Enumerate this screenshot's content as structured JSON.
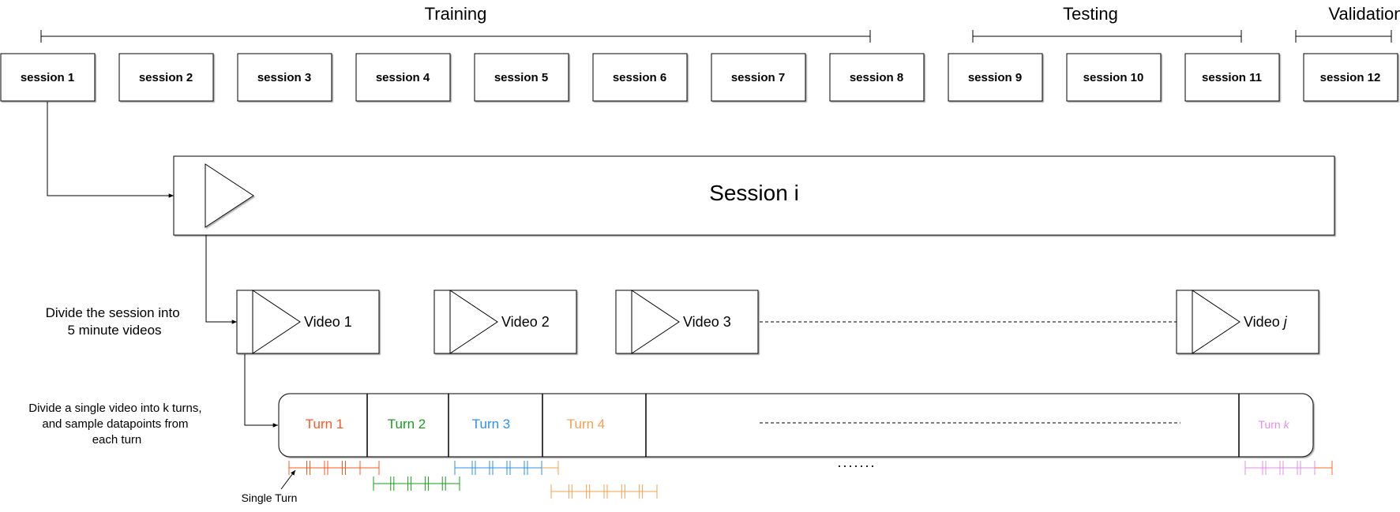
{
  "split_labels": {
    "training": "Training",
    "testing": "Testing",
    "validation": "Validation"
  },
  "sessions": [
    "session 1",
    "session 2",
    "session 3",
    "session 4",
    "session 5",
    "session 6",
    "session 7",
    "session 8",
    "session 9",
    "session 10",
    "session 11",
    "session 12"
  ],
  "session_i": {
    "label": "Session i"
  },
  "videos": [
    {
      "label": "Video 1",
      "suffix": ""
    },
    {
      "label": "Video 2",
      "suffix": ""
    },
    {
      "label": "Video 3",
      "suffix": ""
    },
    {
      "label": "Video ",
      "suffix": "j"
    }
  ],
  "notes": {
    "divide_session": [
      "Divide the session into",
      "5 minute videos"
    ],
    "divide_video": [
      "Divide a single video into k turns,",
      "and sample datapoints from",
      "each turn"
    ],
    "single_turn": "Single Turn",
    "ellipsis": "·······"
  },
  "turns": [
    {
      "label": "Turn 1",
      "suffix": "",
      "color": "#ff5722"
    },
    {
      "label": "Turn 2",
      "suffix": "",
      "color": "#1a9c1a"
    },
    {
      "label": "Turn 3",
      "suffix": "",
      "color": "#2f8ff0"
    },
    {
      "label": "Turn 4",
      "suffix": "",
      "color": "#f5a050"
    },
    {
      "label": "Turn ",
      "suffix": "k",
      "color": "#e08ee8"
    }
  ],
  "colors": {
    "turn1": "#ff5722",
    "turn2": "#1a9c1a",
    "turn3": "#2f8ff0",
    "turn4": "#f5a050",
    "turnk": "#e08ee8",
    "turnk_alt": "#ff6a2a",
    "stroke": "#000000"
  }
}
